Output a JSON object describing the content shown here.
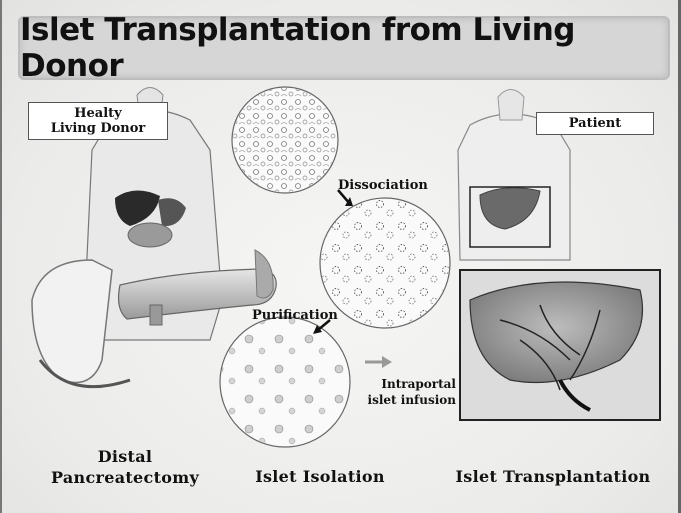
{
  "title": "Islet Transplantation from Living Donor",
  "donor_label": [
    "Healty",
    "Living Donor"
  ],
  "patient_label": "Patient",
  "step_labels": {
    "dissociation": "Dissociation",
    "purification": "Purification",
    "infusion": [
      "Intraportal",
      "islet infusion"
    ]
  },
  "bottom_labels": {
    "pancreatectomy": [
      "Distal",
      "Pancreatectomy"
    ],
    "isolation": "Islet Isolation",
    "transplantation": "Islet Transplantation"
  },
  "icons": [
    "donor-torso",
    "pancreas",
    "tissue-circle",
    "patient-torso",
    "liver-closeup",
    "arrow"
  ]
}
